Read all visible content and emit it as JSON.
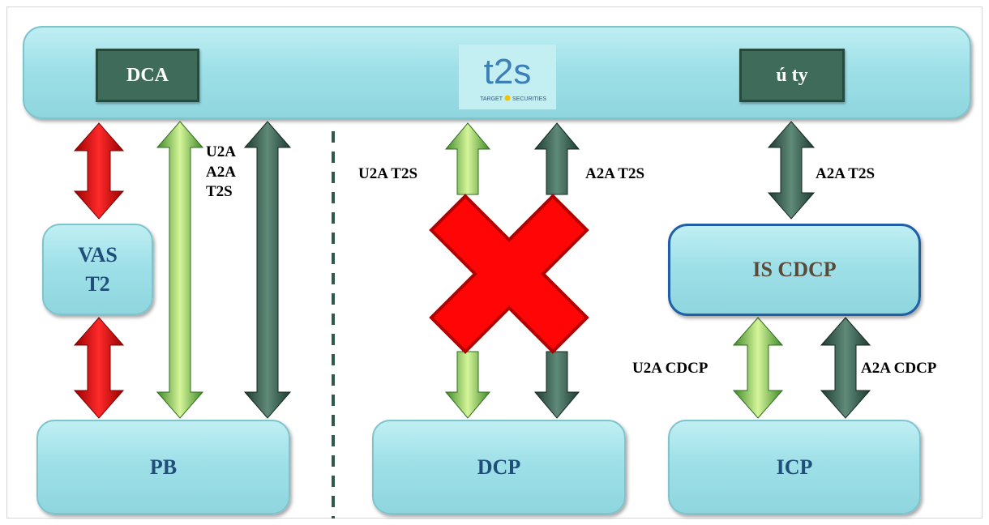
{
  "top_bar": {
    "dca_label": "DCA",
    "entity_label": "ú ty",
    "logo": {
      "mark": "t2s",
      "caption_left": "TARGET",
      "caption_right": "SECURITIES"
    }
  },
  "boxes": {
    "vas": "VAS\nT2",
    "pb": "PB",
    "dcp": "DCP",
    "icp": "ICP",
    "is_cdcp": "IS CDCP"
  },
  "arrow_labels": {
    "pb_group": "U2A\nA2A\nT2S",
    "dcp_u2a": "U2A T2S",
    "dcp_a2a": "A2A T2S",
    "iscdcp_a2a": "A2A T2S",
    "icp_u2a": "U2A CDCP",
    "icp_a2a": "A2A CDCP"
  },
  "colors": {
    "box_fill": "#9fe0e8",
    "dark_box": "#3f6b5a",
    "red_arrow": "#e00000",
    "green_arrow": "#7ec850",
    "dark_arrow": "#335a4c",
    "cross": "#ff0000",
    "divider": "#2e5a4b",
    "is_cdcp_border": "#1f5fa8"
  }
}
